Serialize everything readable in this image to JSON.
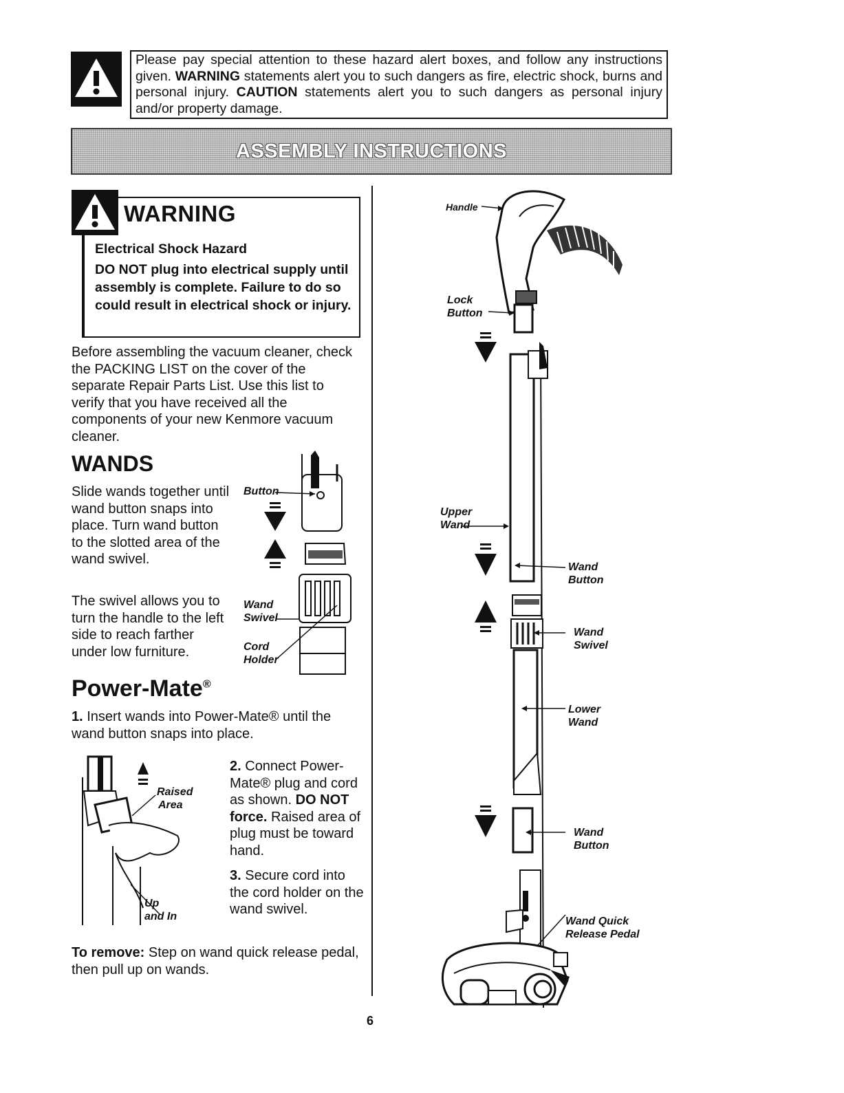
{
  "hazard_notice": {
    "text_1": "Please pay special attention to these hazard alert boxes, and follow any instructions given. ",
    "warning_word": "WARNING",
    "text_2": " statements alert you to such dangers as fire, electric shock, burns and personal injury. ",
    "caution_word": "CAUTION",
    "text_3": " statements alert you to such dangers as personal injury and/or property damage.",
    "icon": "warning-triangle-icon"
  },
  "banner": {
    "title": "ASSEMBLY INSTRUCTIONS"
  },
  "warning_box": {
    "title": "WARNING",
    "subtitle": "Electrical Shock Hazard",
    "body": "DO NOT plug into electrical supply until assembly is complete. Failure to do so could result in electrical shock or injury.",
    "icon": "warning-triangle-icon"
  },
  "intro": "Before assembling the vacuum cleaner, check the PACKING LIST on the cover of the separate Repair Parts List. Use this list to verify that you have received all the components of your new Kenmore vacuum cleaner.",
  "wands": {
    "heading": "WANDS",
    "p1": "Slide wands together until wand button snaps into place. Turn wand button to the slotted area of the wand swivel.",
    "p2": "The swivel allows you to turn the handle to the left side to reach farther under low furniture.",
    "labels": {
      "button": "Button",
      "wand_swivel_1": "Wand",
      "wand_swivel_2": "Swivel",
      "cord_holder_1": "Cord",
      "cord_holder_2": "Holder"
    }
  },
  "power_mate": {
    "heading": "Power-Mate",
    "reg": "®",
    "step1_num": "1.",
    "step1": " Insert wands into Power-Mate® until the wand button snaps into place.",
    "step2_num": "2.",
    "step2_a": " Connect Power-Mate® plug and cord as shown. ",
    "step2_bold": "DO NOT force.",
    "step2_b": " Raised area of plug must be toward hand.",
    "step3_num": "3.",
    "step3": " Secure cord into the cord holder on the wand swivel.",
    "remove_label": "To remove:",
    "remove_text": " Step on wand quick release pedal, then pull up on wands.",
    "labels": {
      "raised_1": "Raised",
      "raised_2": "Area",
      "up_1": "Up",
      "up_2": "and In"
    }
  },
  "diagram_labels": {
    "handle": "Handle",
    "lock_1": "Lock",
    "lock_2": "Button",
    "upper_1": "Upper",
    "upper_2": "Wand",
    "wand_button_1": "Wand",
    "wand_button_2": "Button",
    "wand_swivel_1": "Wand",
    "wand_swivel_2": "Swivel",
    "lower_1": "Lower",
    "lower_2": "Wand",
    "wand_button_b1": "Wand",
    "wand_button_b2": "Button",
    "pedal_1": "Wand Quick",
    "pedal_2": "Release Pedal"
  },
  "page_number": "6"
}
